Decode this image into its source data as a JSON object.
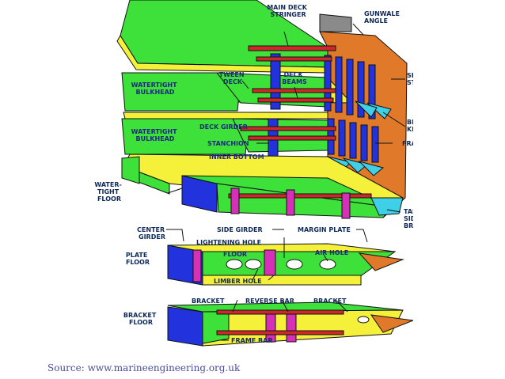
{
  "labels": {
    "main_deck_stringer": [
      "MAIN DECK",
      "STRINGER"
    ],
    "gunwale_angle": [
      "GUNWALE",
      "ANGLE"
    ],
    "sheer_strake": [
      "SHEER",
      "STRAKE"
    ],
    "tween_deck": [
      "TWEEN",
      "DECK"
    ],
    "deck_beams": [
      "DECK",
      "BEAMS"
    ],
    "watertight_bulkhead_upper": [
      "WATERTIGHT",
      "BULKHEAD"
    ],
    "watertight_bulkhead_lower": [
      "WATERTIGHT",
      "BULKHEAD"
    ],
    "deck_girder": "DECK GIRDER",
    "beam_knee": [
      "BEAM",
      "KNEE"
    ],
    "stanchion": "STANCHION",
    "frames": "FRAMES",
    "inner_bottom": "INNER BOTTOM",
    "watertight_floor": [
      "WATER-",
      "TIGHT",
      "FLOOR"
    ],
    "tank_side_bracket": [
      "TANK",
      "SIDE",
      "BRACKET"
    ],
    "center_girder": [
      "CENTER",
      "GIRDER"
    ],
    "side_girder": "SIDE GIRDER",
    "margin_plate": "MARGIN PLATE",
    "lightening_hole": "LIGHTENING HOLE",
    "plate_floor": [
      "PLATE",
      "FLOOR"
    ],
    "floor": "FLOOR",
    "air_hole": "AIR HOLE",
    "limber_hole": "LIMBER HOLE",
    "bracket_floor": [
      "BRACKET",
      "FLOOR"
    ],
    "bracket_left": "BRACKET",
    "reverse_bar": "REVERSE BAR",
    "bracket_right": "BRACKET",
    "frame_bar": "FRAME BAR"
  },
  "caption": "Source: www.marineengineering.org.uk",
  "colors": {
    "deck_green": "#3ee03a",
    "deck_yellow": "#f5f03a",
    "shell_orange": "#e07a2a",
    "frame_blue": "#2233dd",
    "girder_red": "#cc2a2a",
    "floor_magenta": "#d62fb8",
    "bracket_cyan": "#3fcfe6",
    "outline": "#111111"
  }
}
